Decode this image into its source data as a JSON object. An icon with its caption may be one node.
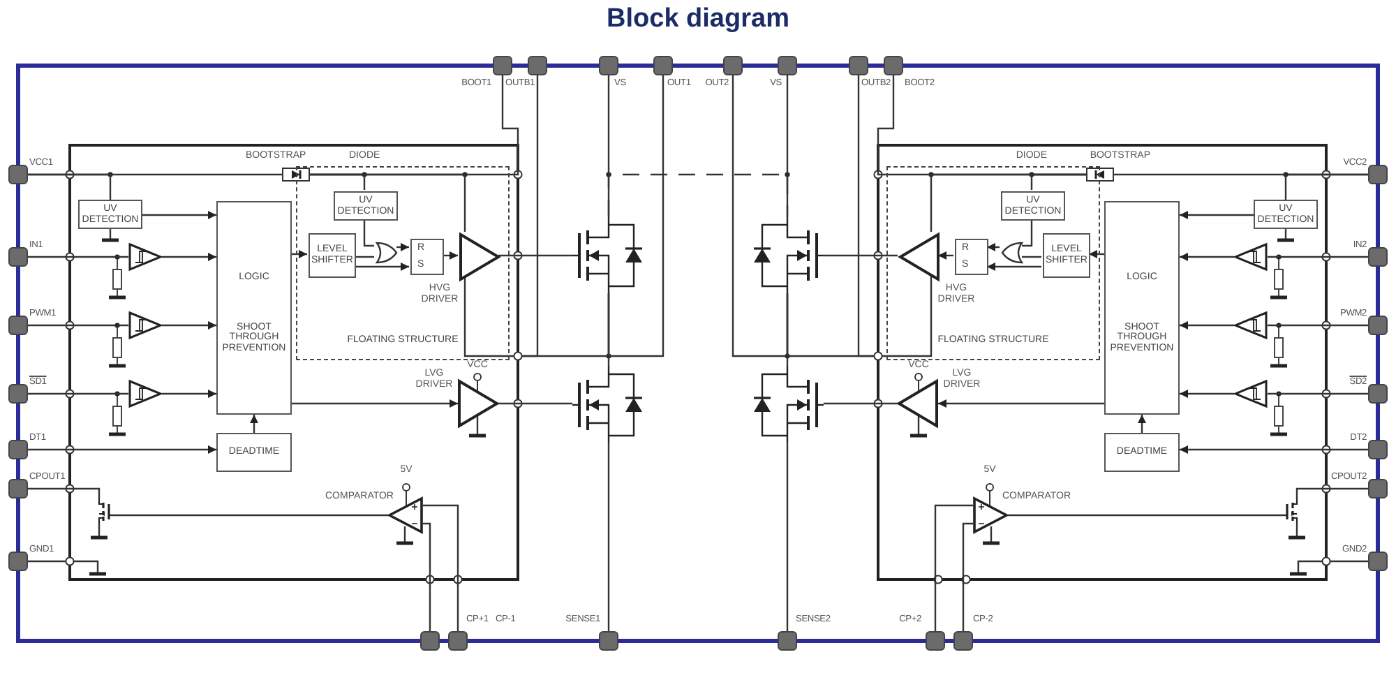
{
  "diagram": {
    "title": "Block diagram",
    "nodes": [
      {
        "text": [],
        "shape": "box",
        "beside": [
          "VCC1"
        ]
      },
      {
        "text": [],
        "shape": "box",
        "beside": [
          "IN1"
        ]
      },
      {
        "text": [],
        "shape": "box",
        "beside": [
          "PWM1"
        ]
      },
      {
        "text": [],
        "shape": "box",
        "beside": [
          "SD1"
        ]
      },
      {
        "text": [],
        "shape": "box",
        "beside": [
          "DT1"
        ]
      },
      {
        "text": [],
        "shape": "box",
        "beside": [
          "CPOUT1"
        ]
      },
      {
        "text": [],
        "shape": "box",
        "beside": [
          "GND1"
        ]
      },
      {
        "text": [],
        "shape": "box",
        "beside": [
          "BOOT1"
        ]
      },
      {
        "text": [],
        "shape": "box",
        "beside": [
          "OUTB1"
        ]
      },
      {
        "text": [],
        "shape": "box",
        "beside": [
          "VS"
        ]
      },
      {
        "text": [],
        "shape": "box",
        "beside": [
          "OUT1"
        ]
      },
      {
        "text": [],
        "shape": "box"
      },
      {
        "text": [],
        "shape": "box",
        "beside": [
          "CP-1"
        ]
      },
      {
        "text": [],
        "shape": "box",
        "beside": [
          "SENSE1"
        ]
      },
      {
        "text": [],
        "shape": "diode"
      },
      {
        "text": [
          "UV DETECTION"
        ]
      },
      {
        "text": [
          "LOGIC",
          "SHOOT THROUGH PREVENTION"
        ]
      },
      {
        "text": [
          "DEADTIME"
        ]
      },
      {
        "text": [],
        "shape": "triangle"
      },
      {
        "text": [],
        "shape": "triangle"
      },
      {
        "text": [],
        "shape": "triangle"
      },
      {
        "text": [
          "FLOATING STRUCTURE"
        ]
      },
      {
        "text": [
          "UV DETECTION"
        ],
        "in": 21
      },
      {
        "text": [
          "LEVEL SHIFTER"
        ],
        "in": 21
      },
      {
        "text": [],
        "shape": "gate",
        "in": 21
      },
      {
        "text": [
          "R",
          "S"
        ],
        "in": 21
      },
      {
        "text": [],
        "shape": "triangle",
        "beside": [
          "HVG DRIVER"
        ],
        "in": 21
      },
      {
        "text": [],
        "shape": "triangle",
        "beside": [
          "LVG DRIVER"
        ]
      },
      {
        "text": [],
        "shape": "triangle",
        "beside": [
          "COMPARATOR"
        ]
      },
      {
        "text": [],
        "shape": "transistor"
      },
      {
        "text": [],
        "shape": "transistor"
      },
      {
        "text": [],
        "shape": "transistor"
      },
      {
        "text": [],
        "shape": "box",
        "beside": [
          "VCC2"
        ]
      },
      {
        "text": [],
        "shape": "box",
        "beside": [
          "IN2"
        ]
      },
      {
        "text": [],
        "shape": "box",
        "beside": [
          "PWM2"
        ]
      },
      {
        "text": [],
        "shape": "box",
        "beside": [
          "SD2"
        ]
      },
      {
        "text": [],
        "shape": "box",
        "beside": [
          "DT2"
        ]
      },
      {
        "text": [],
        "shape": "box",
        "beside": [
          "CPOUT2"
        ]
      },
      {
        "text": [],
        "shape": "box",
        "beside": [
          "GND2"
        ]
      },
      {
        "text": [],
        "shape": "box",
        "beside": [
          "BOOT2"
        ]
      },
      {
        "text": [],
        "shape": "box",
        "beside": [
          "OUTB2"
        ]
      },
      {
        "text": [],
        "shape": "box",
        "beside": [
          "VS"
        ]
      },
      {
        "text": [],
        "shape": "box",
        "beside": [
          "OUT2"
        ]
      },
      {
        "text": [],
        "shape": "box",
        "beside": [
          "CP+2"
        ]
      },
      {
        "text": [],
        "shape": "box",
        "beside": [
          "CP-2"
        ]
      },
      {
        "text": [],
        "shape": "box",
        "beside": [
          "SENSE2"
        ]
      },
      {
        "text": [],
        "shape": "diode"
      },
      {
        "text": [
          "UV DETECTION"
        ]
      },
      {
        "text": [
          "LOGIC",
          "SHOOT THROUGH PREVENTION"
        ]
      },
      {
        "text": [
          "DEADTIME"
        ]
      },
      {
        "text": [],
        "shape": "triangle"
      },
      {
        "text": [],
        "shape": "triangle"
      },
      {
        "text": [],
        "shape": "triangle"
      },
      {
        "text": [
          "FLOATING STRUCTURE"
        ]
      },
      {
        "text": [
          "UV DETECTION"
        ],
        "in": 53
      },
      {
        "text": [
          "LEVEL SHIFTER"
        ],
        "in": 53
      },
      {
        "text": [],
        "shape": "gate",
        "in": 53
      },
      {
        "text": [
          "R",
          "S"
        ],
        "in": 53
      },
      {
        "text": [],
        "shape": "triangle",
        "beside": [
          "HVG DRIVER"
        ],
        "in": 53
      },
      {
        "text": [],
        "shape": "triangle",
        "beside": [
          "LVG DRIVER"
        ]
      },
      {
        "text": [],
        "shape": "triangle",
        "beside": [
          "COMPARATOR"
        ]
      },
      {
        "text": [],
        "shape": "transistor"
      },
      {
        "text": [],
        "shape": "transistor"
      },
      {
        "text": [],
        "shape": "transistor"
      }
    ],
    "edges": [
      {
        "from": 0,
        "to": 14,
        "arrow": "none"
      },
      {
        "from": 0,
        "to": 15,
        "arrow": "none"
      },
      {
        "from": 14,
        "to": 22,
        "arrow": "none"
      },
      {
        "from": 14,
        "to": 26,
        "arrow": "none"
      },
      {
        "from": 14,
        "to": 7,
        "arrow": "none"
      },
      {
        "from": 15,
        "to": 16,
        "arrow": "to"
      },
      {
        "from": 1,
        "to": 18,
        "arrow": "none"
      },
      {
        "from": 18,
        "to": 16,
        "arrow": "to"
      },
      {
        "from": 2,
        "to": 19,
        "arrow": "none"
      },
      {
        "from": 19,
        "to": 16,
        "arrow": "to"
      },
      {
        "from": 3,
        "to": 20,
        "arrow": "none"
      },
      {
        "from": 20,
        "to": 16,
        "arrow": "to"
      },
      {
        "from": 4,
        "to": 17,
        "arrow": "to"
      },
      {
        "from": 17,
        "to": 16,
        "arrow": "to"
      },
      {
        "from": 16,
        "to": 23,
        "arrow": "to"
      },
      {
        "from": 16,
        "to": 27,
        "arrow": "to"
      },
      {
        "from": 22,
        "to": 24,
        "arrow": "none"
      },
      {
        "from": 23,
        "to": 24,
        "arrow": "none"
      },
      {
        "from": 23,
        "to": 25,
        "arrow": "to"
      },
      {
        "from": 24,
        "to": 25,
        "arrow": "to"
      },
      {
        "from": 25,
        "to": 26,
        "arrow": "to"
      },
      {
        "from": 26,
        "to": 30,
        "arrow": "none"
      },
      {
        "from": 27,
        "to": 31,
        "arrow": "none"
      },
      {
        "from": 9,
        "to": 30,
        "arrow": "none"
      },
      {
        "from": 30,
        "to": 31,
        "arrow": "none"
      },
      {
        "from": 31,
        "to": 13,
        "arrow": "none"
      },
      {
        "from": 8,
        "to": 30,
        "arrow": "none"
      },
      {
        "from": 10,
        "to": 30,
        "arrow": "none"
      },
      {
        "from": 5,
        "to": 29,
        "arrow": "none"
      },
      {
        "from": 28,
        "to": 29,
        "arrow": "none"
      },
      {
        "from": 11,
        "to": 28,
        "arrow": "none"
      },
      {
        "from": 12,
        "to": 28,
        "arrow": "none"
      },
      {
        "from": 32,
        "to": 46,
        "arrow": "none"
      },
      {
        "from": 32,
        "to": 47,
        "arrow": "none"
      },
      {
        "from": 46,
        "to": 54,
        "arrow": "none"
      },
      {
        "from": 46,
        "to": 58,
        "arrow": "none"
      },
      {
        "from": 46,
        "to": 39,
        "arrow": "none"
      },
      {
        "from": 47,
        "to": 48,
        "arrow": "to"
      },
      {
        "from": 33,
        "to": 50,
        "arrow": "none"
      },
      {
        "from": 50,
        "to": 48,
        "arrow": "to"
      },
      {
        "from": 34,
        "to": 51,
        "arrow": "none"
      },
      {
        "from": 51,
        "to": 48,
        "arrow": "to"
      },
      {
        "from": 35,
        "to": 52,
        "arrow": "none"
      },
      {
        "from": 52,
        "to": 48,
        "arrow": "to"
      },
      {
        "from": 36,
        "to": 49,
        "arrow": "to"
      },
      {
        "from": 49,
        "to": 48,
        "arrow": "to"
      },
      {
        "from": 48,
        "to": 55,
        "arrow": "to"
      },
      {
        "from": 48,
        "to": 59,
        "arrow": "to"
      },
      {
        "from": 54,
        "to": 56,
        "arrow": "none"
      },
      {
        "from": 55,
        "to": 56,
        "arrow": "none"
      },
      {
        "from": 55,
        "to": 57,
        "arrow": "to"
      },
      {
        "from": 56,
        "to": 57,
        "arrow": "to"
      },
      {
        "from": 57,
        "to": 58,
        "arrow": "to"
      },
      {
        "from": 58,
        "to": 62,
        "arrow": "none"
      },
      {
        "from": 59,
        "to": 63,
        "arrow": "none"
      },
      {
        "from": 41,
        "to": 62,
        "arrow": "none"
      },
      {
        "from": 62,
        "to": 63,
        "arrow": "none"
      },
      {
        "from": 63,
        "to": 45,
        "arrow": "none"
      },
      {
        "from": 40,
        "to": 62,
        "arrow": "none"
      },
      {
        "from": 42,
        "to": 62,
        "arrow": "none"
      },
      {
        "from": 37,
        "to": 61,
        "arrow": "none"
      },
      {
        "from": 60,
        "to": 61,
        "arrow": "none"
      },
      {
        "from": 43,
        "to": 60,
        "arrow": "none"
      },
      {
        "from": 44,
        "to": 60,
        "arrow": "none"
      },
      {
        "from": 30,
        "to": 62,
        "arrow": "none",
        "style": "dashed"
      }
    ],
    "labels": [
      "BOOTSTRAP",
      "DIODE",
      "VCC",
      "5V",
      "CP+1",
      "BOOTSTRAP",
      "DIODE",
      "VCC",
      "5V"
    ]
  }
}
